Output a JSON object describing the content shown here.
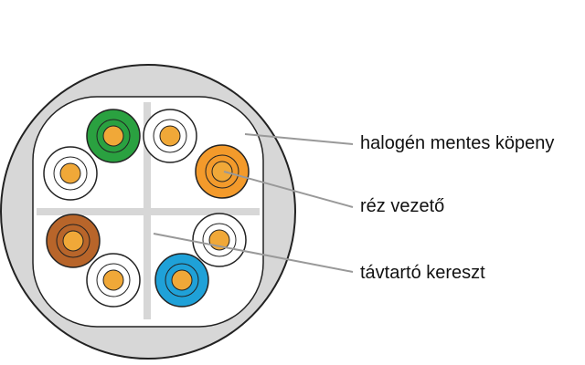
{
  "labels": {
    "jacket": "halogén mentes köpeny",
    "conductor": "réz vezető",
    "spacer": "távtartó kereszt"
  },
  "colors": {
    "jacket": "#d7d7d7",
    "outline": "#222222",
    "spacer_cross": "#d7d7d7",
    "conductor": "#f0a838",
    "insulation_white": "#ffffff",
    "insulation_green": "#2aa140",
    "insulation_orange": "#f39a2b",
    "insulation_brown": "#b8652a",
    "insulation_blue": "#1fa1d8",
    "leader_line": "#999999"
  },
  "wires": [
    {
      "name": "green",
      "insulation": "insulation_green"
    },
    {
      "name": "white-green",
      "insulation": "insulation_white"
    },
    {
      "name": "white-orange",
      "insulation": "insulation_white"
    },
    {
      "name": "orange",
      "insulation": "insulation_orange"
    },
    {
      "name": "white-blue",
      "insulation": "insulation_white"
    },
    {
      "name": "brown",
      "insulation": "insulation_brown"
    },
    {
      "name": "white-brown",
      "insulation": "insulation_white"
    },
    {
      "name": "blue",
      "insulation": "insulation_blue"
    }
  ]
}
